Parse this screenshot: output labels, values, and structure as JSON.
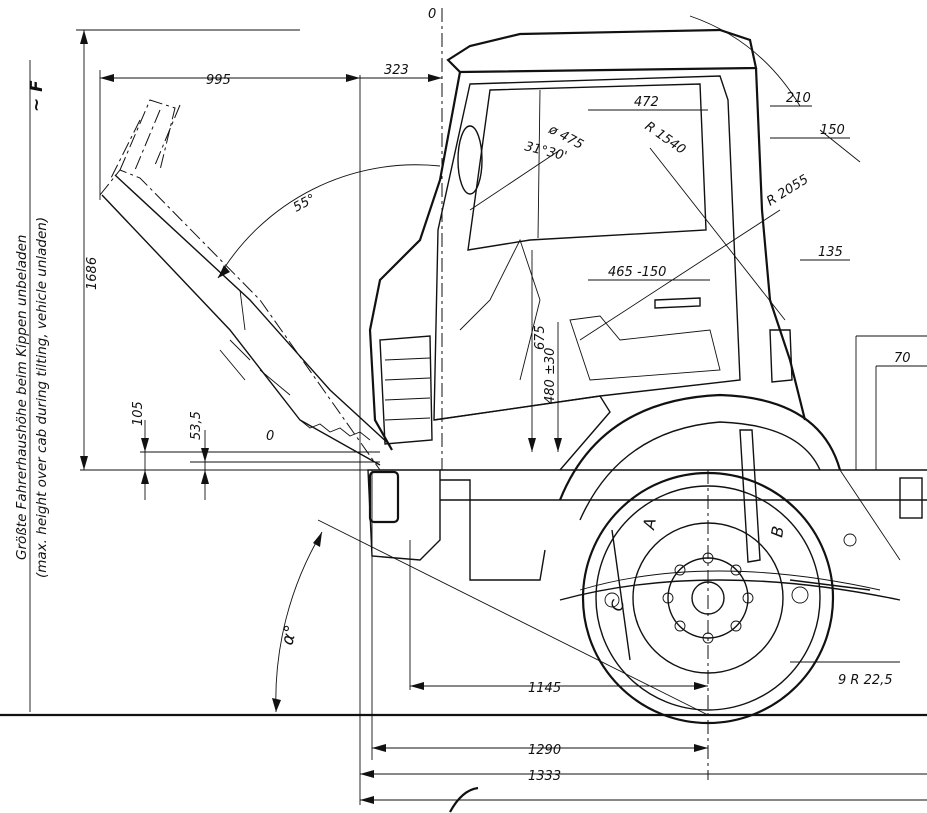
{
  "side_label": {
    "line_de": "Größte Fahrerhaushöhe beim Kippen unbeladen",
    "line_en": "(max. height over cab during tilting, vehicle unladen)",
    "symbol": "~ F"
  },
  "dimensions": {
    "d_995": "995",
    "d_323": "323",
    "d_0_top": "0",
    "d_210": "210",
    "d_150": "150",
    "d_472": "472",
    "d_diam475": "ø 475",
    "d_angle_seat": "31°30'",
    "d_r1540": "R 1540",
    "d_r2055": "R 2055",
    "d_55": "55°",
    "d_1686": "1686",
    "d_135": "135",
    "d_465": "465 -150",
    "d_675": "675",
    "d_480": "480 ±30",
    "d_70": "70",
    "d_105": "105",
    "d_535": "53,5",
    "d_0_mid": "0",
    "d_alpha": "α°",
    "d_1145": "1145",
    "d_tyre": "9 R 22,5",
    "d_1290": "1290",
    "d_1333": "1333"
  },
  "labels": {
    "point_a": "A",
    "point_b": "B",
    "point_c": "C"
  }
}
